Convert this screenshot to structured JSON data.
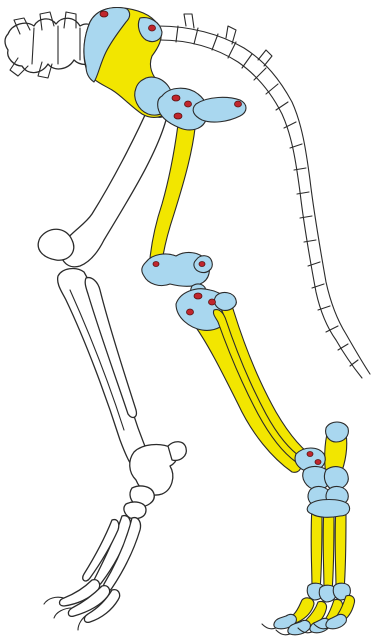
{
  "diagram": {
    "colors": {
      "background": "#ffffff",
      "outline": "#2b2b2b",
      "unhighlighted_bone": "#ffffff",
      "shaft": "#f2e600",
      "cartilage_ends": "#a9d7ef",
      "attachment_spots": "#c0262d"
    },
    "parts": {
      "spine": "vertebral-column",
      "tail": "tail-vertebrae",
      "far_leg": "contralateral-hindlimb",
      "highlighted_leg": [
        "pelvis",
        "femur",
        "knee",
        "tibia-fibula",
        "ankle",
        "metatarsals",
        "toes"
      ]
    }
  }
}
